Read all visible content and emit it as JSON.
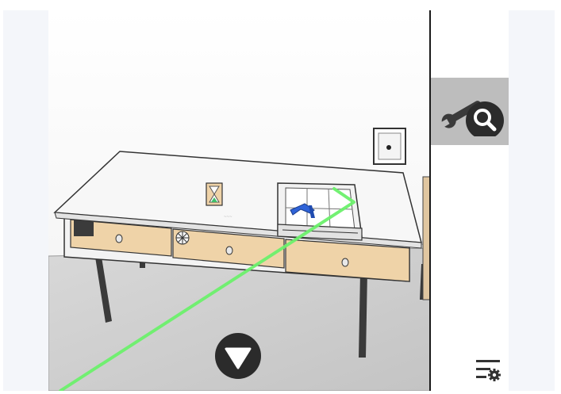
{
  "scene": {
    "name": "study-room",
    "objects": [
      "desk",
      "hourglass",
      "wall-frame",
      "open-drawer-tray",
      "blue-key",
      "green-laser-beam",
      "asterisk-lock"
    ]
  },
  "colors": {
    "drawer": "#efd3a8",
    "desk_top": "#f7f7f7",
    "floor_mat": "#cfcfcf",
    "laser": "#6cf06c",
    "tool_bg": "#bdbdbd",
    "button_dark": "#2b2b2b"
  },
  "toolbar": {
    "inspect_tool_icon": "wrench-magnifier-icon",
    "down_nav_icon": "triangle-down-icon",
    "settings_icon": "list-gear-icon"
  }
}
